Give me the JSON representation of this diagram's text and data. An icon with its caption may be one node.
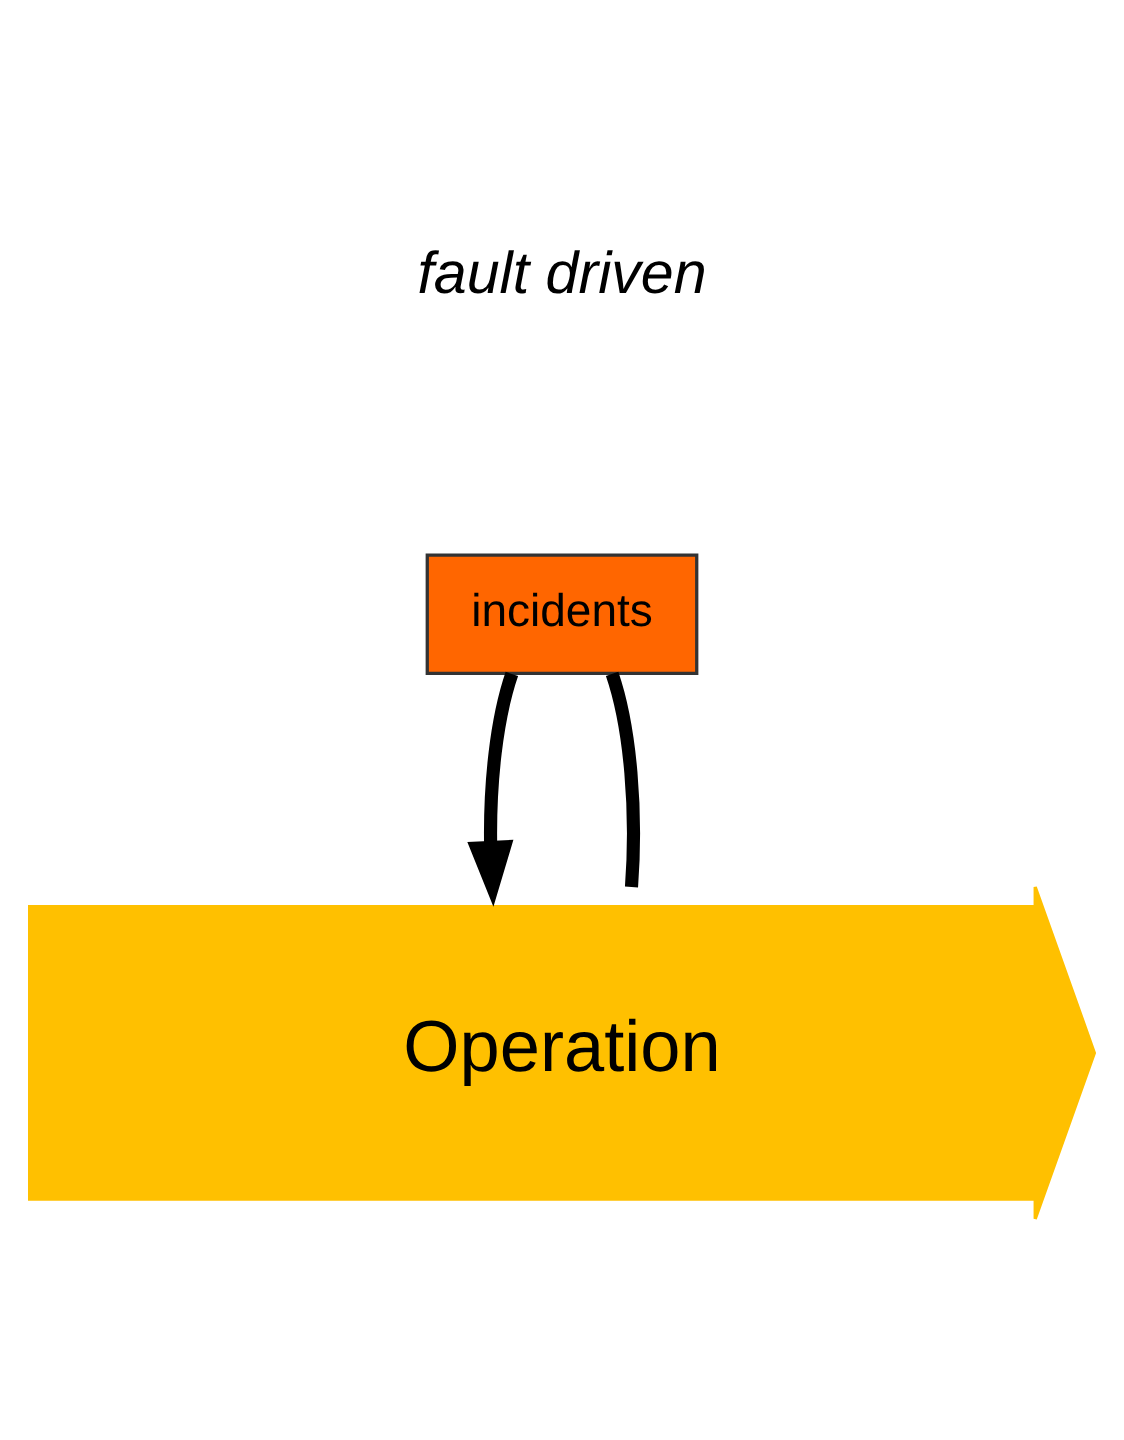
{
  "diagram": {
    "nodes": [
      {
        "text": [
          "Operation"
        ]
      },
      {
        "text": [
          "incidents"
        ]
      }
    ],
    "edges": [
      {
        "from": 0,
        "to": 1,
        "arrow": "none"
      },
      {
        "from": 1,
        "to": 0,
        "arrow": "to"
      }
    ],
    "labels": [
      "fault driven"
    ]
  }
}
